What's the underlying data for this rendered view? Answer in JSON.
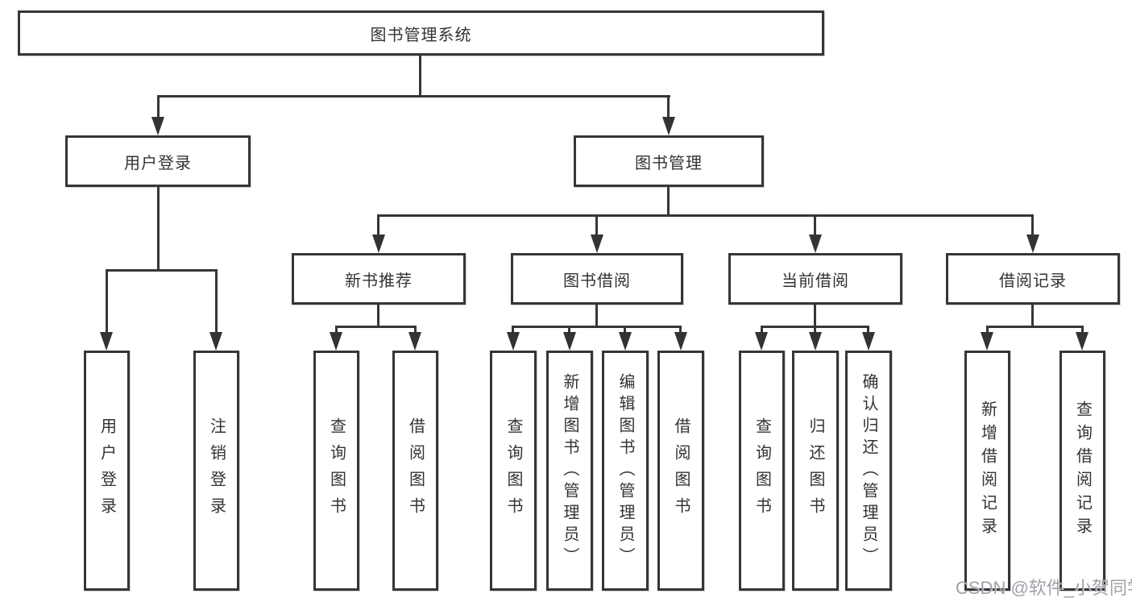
{
  "tree": {
    "root": {
      "label": "图书管理系统"
    },
    "level2": [
      {
        "label": "用户登录"
      },
      {
        "label": "图书管理"
      }
    ],
    "level3": [
      {
        "label": "新书推荐"
      },
      {
        "label": "图书借阅"
      },
      {
        "label": "当前借阅"
      },
      {
        "label": "借阅记录"
      }
    ],
    "leaves": [
      {
        "label": "用户登录"
      },
      {
        "label": "注销登录"
      },
      {
        "label": "查询图书"
      },
      {
        "label": "借阅图书"
      },
      {
        "label": "查询图书"
      },
      {
        "label": "新增图书（管理员）"
      },
      {
        "label": "编辑图书（管理员）"
      },
      {
        "label": "借阅图书"
      },
      {
        "label": "查询图书"
      },
      {
        "label": "归还图书"
      },
      {
        "label": "确认归还（管理员）"
      },
      {
        "label": "新增借阅记录"
      },
      {
        "label": "查询借阅记录"
      }
    ]
  },
  "watermark": {
    "text": "CSDN @软件_小贺同学"
  },
  "colors": {
    "line": "#363636",
    "text": "#333333",
    "background": "#ffffff",
    "watermark": "#a0a0a9"
  }
}
